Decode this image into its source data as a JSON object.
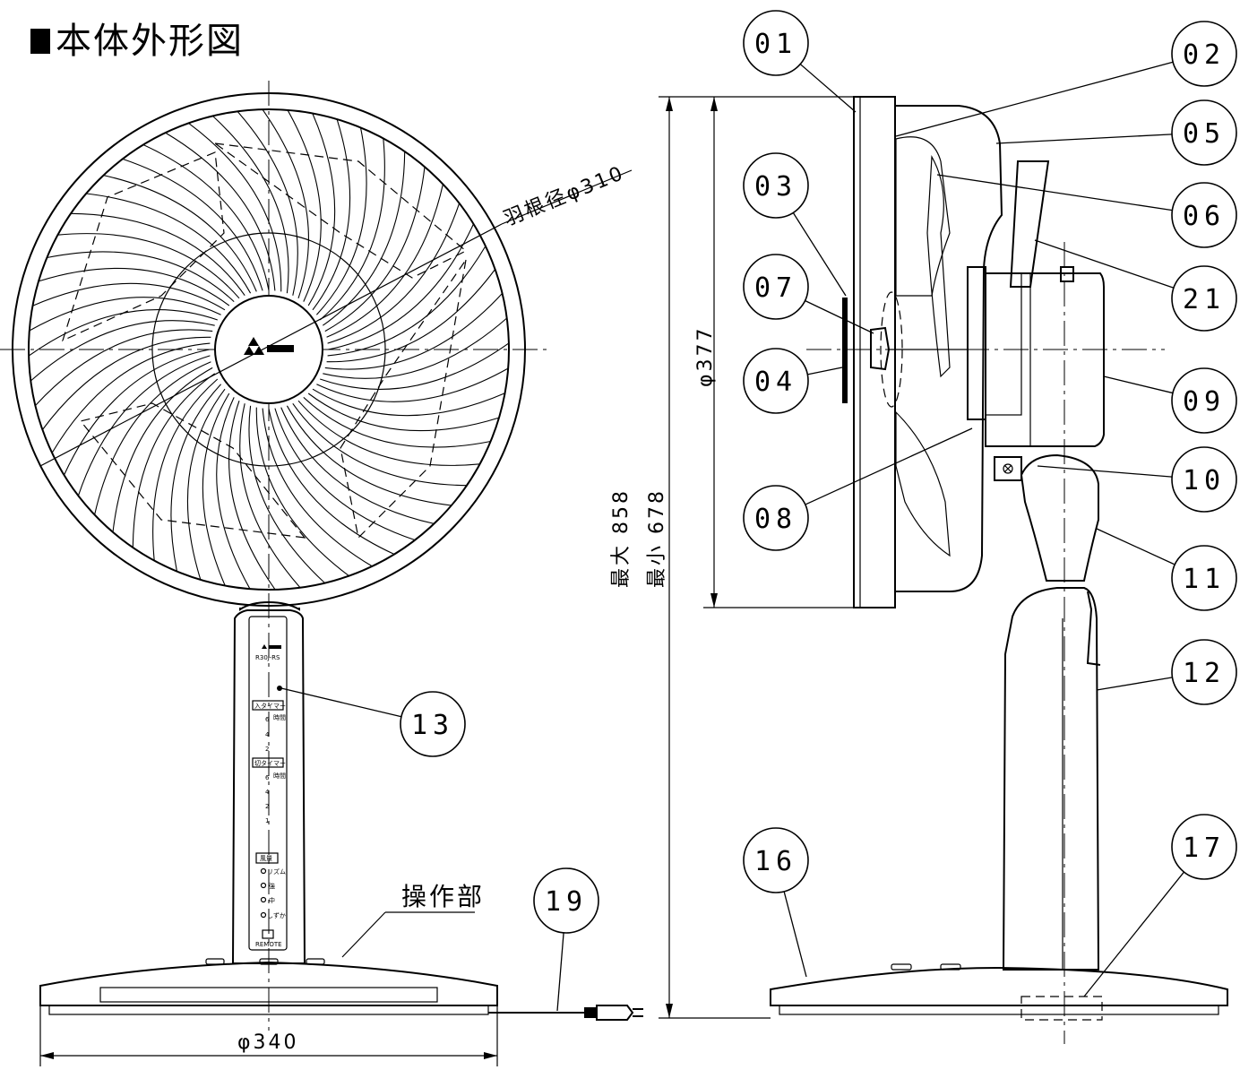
{
  "title": "本体外形図",
  "dimensions": {
    "blade_diameter": "羽根径φ310",
    "guard_diameter": "φ377",
    "max_height": "最大 858",
    "min_height": "最小 678",
    "base_diameter": "φ340"
  },
  "labels": {
    "control_panel": "操作部"
  },
  "panel": {
    "model": "R30J-RS",
    "on_timer": "入タイマー",
    "off_timer": "切タイマー",
    "wind_mode": "風量",
    "remote": "REMOTE",
    "hours": "時間",
    "num_6": "6",
    "num_4": "4",
    "num_2": "2",
    "num_1": "1",
    "rhythm": "リズム",
    "strong": "強",
    "mid": "中",
    "quiet": "しずか"
  },
  "callouts": [
    {
      "num": "01"
    },
    {
      "num": "02"
    },
    {
      "num": "03"
    },
    {
      "num": "04"
    },
    {
      "num": "05"
    },
    {
      "num": "06"
    },
    {
      "num": "07"
    },
    {
      "num": "08"
    },
    {
      "num": "09"
    },
    {
      "num": "10"
    },
    {
      "num": "11"
    },
    {
      "num": "12"
    },
    {
      "num": "13"
    },
    {
      "num": "16"
    },
    {
      "num": "17"
    },
    {
      "num": "19"
    },
    {
      "num": "21"
    }
  ]
}
